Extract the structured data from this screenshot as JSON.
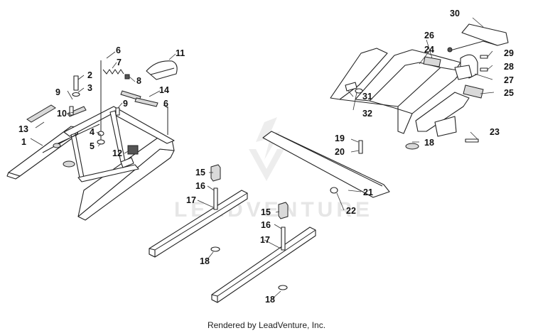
{
  "watermark": {
    "text": "LEADVENTURE"
  },
  "footer": {
    "text": "Rendered by LeadVenture, Inc."
  },
  "callouts": {
    "c1": "1",
    "c2": "2",
    "c3": "3",
    "c4": "4",
    "c5": "5",
    "c6a": "6",
    "c6b": "6",
    "c7": "7",
    "c8": "8",
    "c9a": "9",
    "c9b": "9",
    "c10": "10",
    "c11": "11",
    "c12": "12",
    "c13": "13",
    "c14": "14",
    "c15a": "15",
    "c15b": "15",
    "c16a": "16",
    "c16b": "16",
    "c17a": "17",
    "c17b": "17",
    "c18a": "18",
    "c18b": "18",
    "c18c": "18",
    "c19": "19",
    "c20": "20",
    "c21": "21",
    "c22": "22",
    "c23": "23",
    "c24": "24",
    "c25": "25",
    "c26": "26",
    "c27": "27",
    "c28": "28",
    "c29": "29",
    "c30": "30",
    "c31": "31",
    "c32": "32"
  }
}
